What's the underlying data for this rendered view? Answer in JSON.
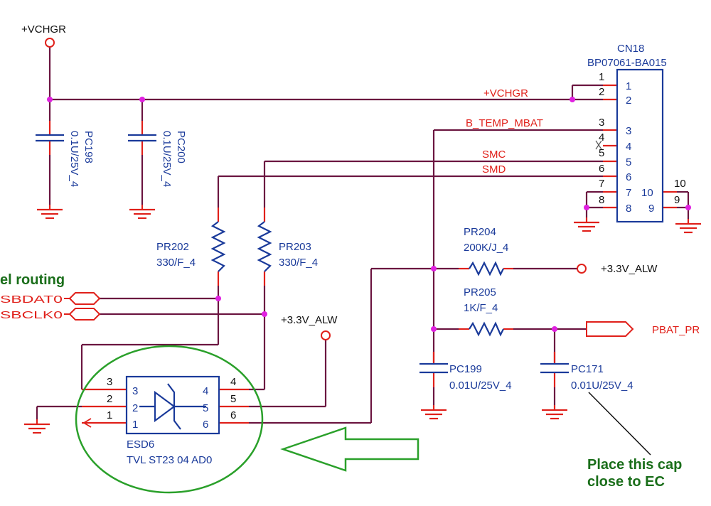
{
  "power": {
    "vchgr_top": "+VCHGR",
    "alw_mid": "+3.3V_ALW",
    "alw_right": "+3.3V_ALW"
  },
  "connector": {
    "ref": "CN18",
    "part": "BP07061-BA015",
    "pins": [
      "1",
      "2",
      "3",
      "4",
      "5",
      "6",
      "7",
      "8",
      "9",
      "10"
    ]
  },
  "nets": {
    "vchgr": "+VCHGR",
    "btemp": "B_TEMP_MBAT",
    "smc": "SMC",
    "smd": "SMD",
    "sbdat": "SBDAT0",
    "sbclk": "SBCLK0",
    "pbat": "PBAT_PR"
  },
  "caps": {
    "pc198": {
      "ref": "PC198",
      "value": "0.1U/25V_4"
    },
    "pc200": {
      "ref": "PC200",
      "value": "0.1U/25V_4"
    },
    "pc199": {
      "ref": "PC199",
      "value": "0.01U/25V_4"
    },
    "pc171": {
      "ref": "PC171",
      "value": "0.01U/25V_4"
    }
  },
  "resistors": {
    "pr202": {
      "ref": "PR202",
      "value": "330/F_4"
    },
    "pr203": {
      "ref": "PR203",
      "value": "330/F_4"
    },
    "pr204": {
      "ref": "PR204",
      "value": "200K/J_4"
    },
    "pr205": {
      "ref": "PR205",
      "value": "1K/F_4"
    }
  },
  "esd": {
    "ref": "ESD6",
    "part": "TVL ST23 04 AD0",
    "pins": [
      "1",
      "2",
      "3",
      "4",
      "5",
      "6"
    ]
  },
  "notes": {
    "routing": "el routing",
    "place_line1": "Place this cap",
    "place_line2": "close to EC"
  },
  "colors": {
    "wire": "#6b1540",
    "pin": "#e0201a",
    "component": "#1a3a9a",
    "junction": "#e020e0",
    "highlight": "#2aa02a",
    "note": "#1a6e1a"
  }
}
